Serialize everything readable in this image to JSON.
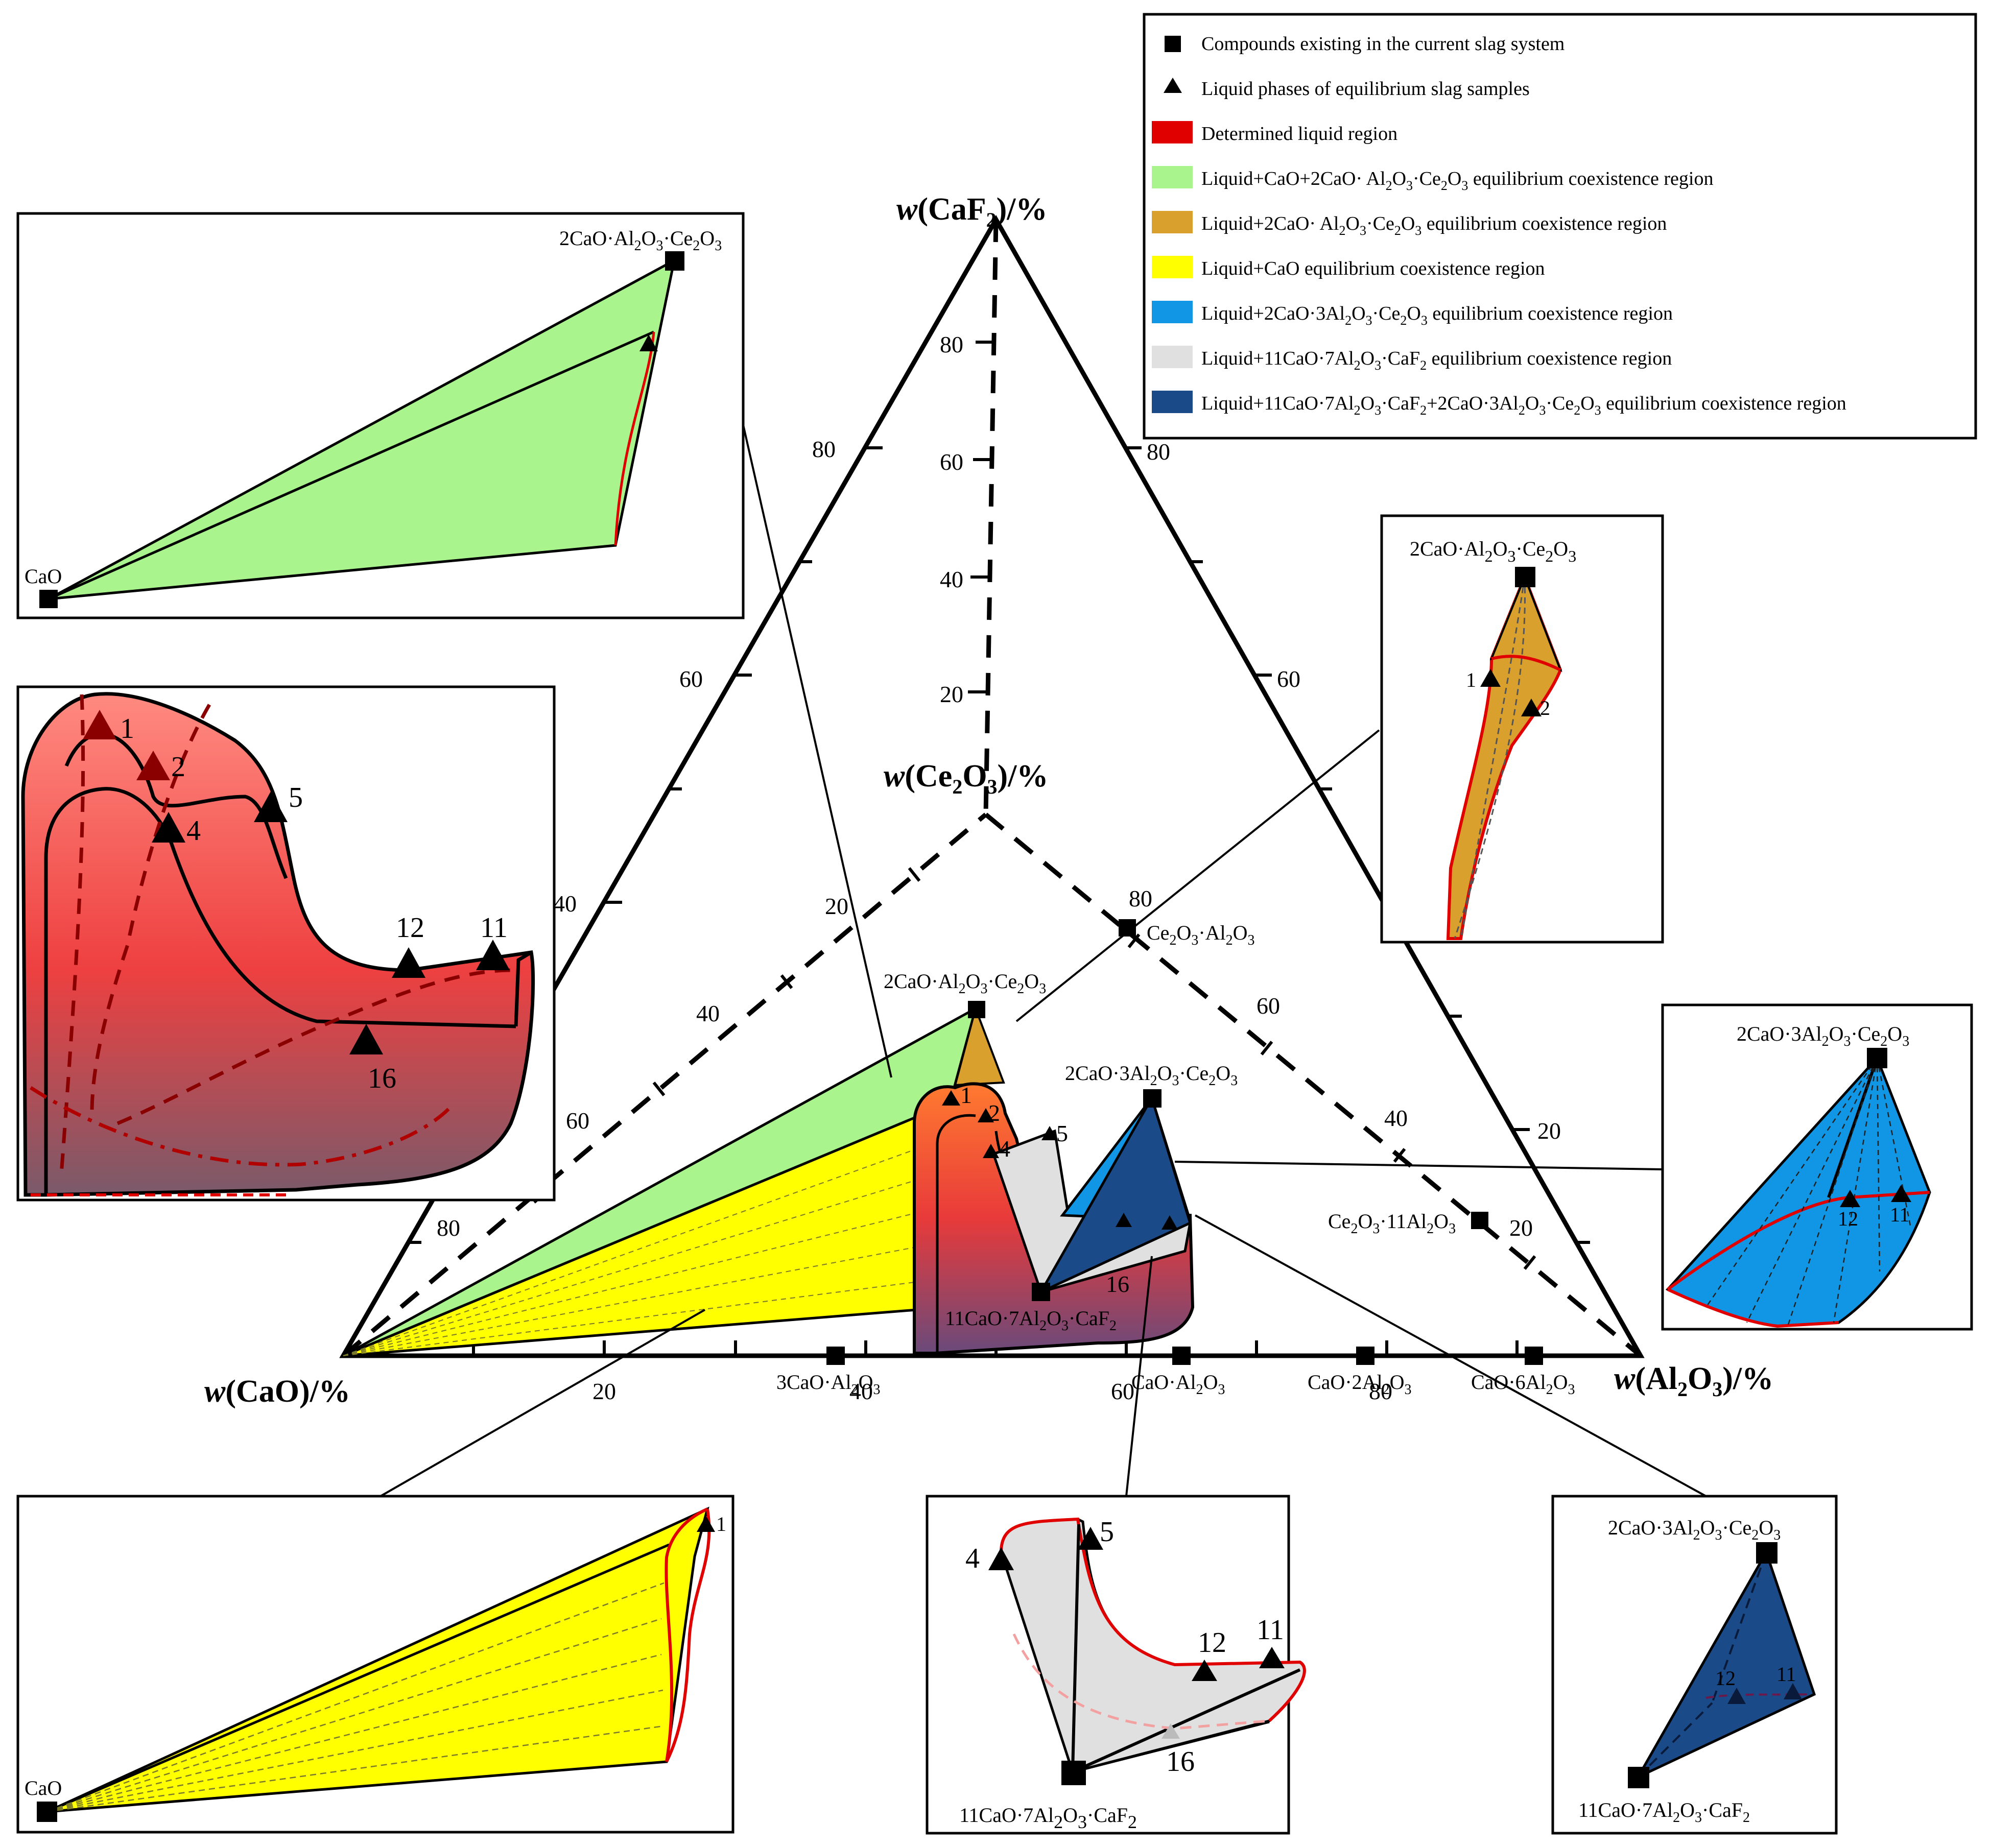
{
  "legend": {
    "items": [
      {
        "label": "Compounds existing in the current slag system",
        "symbol": "square",
        "color": "#000000"
      },
      {
        "label": "Liquid phases of equilibrium slag samples",
        "symbol": "triangle",
        "color": "#000000"
      },
      {
        "label": "Determined liquid region",
        "symbol": "swatch",
        "color": "#e00000"
      },
      {
        "label": "Liquid+CaO+2CaO·Al2O3·Ce2O3 equilibrium coexistence region",
        "symbol": "swatch",
        "color": "#aaf48e"
      },
      {
        "label": "Liquid+2CaO·Al2O3·Ce2O3 equilibrium coexistence region",
        "symbol": "swatch",
        "color": "#d9a02e"
      },
      {
        "label": "Liquid+CaO equilibrium coexistence region",
        "symbol": "swatch",
        "color": "#ffff00"
      },
      {
        "label": "Liquid+2CaO·3Al2O3·Ce2O3 equilibrium coexistence region",
        "symbol": "swatch",
        "color": "#1196e6"
      },
      {
        "label": "Liquid+11CaO·7Al2O3·CaF2 equilibrium coexistence region",
        "symbol": "swatch",
        "color": "#e0e0e0"
      },
      {
        "label": "Liquid+11CaO·7Al2O3·CaF2+2CaO·3Al2O3·Ce2O3 equilibrium coexistence region",
        "symbol": "swatch",
        "color": "#1a4a87"
      }
    ]
  },
  "axes": {
    "caf2": "w(CaF2)/%",
    "ce2o3": "w(Ce2O3)/%",
    "cao": "w(CaO)/%",
    "al2o3": "w(Al2O3)/%",
    "left_ticks": [
      "40",
      "60",
      "80"
    ],
    "right_ticks": [
      "20",
      "60",
      "80"
    ],
    "bottom_ticks": [
      "20",
      "40",
      "60",
      "80"
    ],
    "inner_left_ticks": [
      "20",
      "40",
      "60",
      "80"
    ],
    "inner_right_ticks": [
      "80",
      "60",
      "40",
      "20"
    ],
    "vertical_ticks": [
      "80",
      "60",
      "40",
      "20"
    ]
  },
  "compounds": {
    "c2ac": "2CaO·Al2O3·Ce2O3",
    "c2a3c": "2CaO·3Al2O3·Ce2O3",
    "c11a7": "11CaO·7Al2O3·CaF2",
    "ceal": "Ce2O3·Al2O3",
    "ce11al": "Ce2O3·11Al2O3",
    "c3a": "3CaO·Al2O3",
    "ca": "CaO·Al2O3",
    "ca2": "CaO·2Al2O3",
    "ca6": "CaO·6Al2O3",
    "cao": "CaO"
  },
  "samples": [
    "1",
    "2",
    "4",
    "5",
    "11",
    "12",
    "16"
  ],
  "chart_data": {
    "type": "ternary",
    "vertices": [
      "CaO",
      "Al2O3",
      "CaF2"
    ],
    "inner_vertex": "Ce2O3",
    "compounds_on_base_wt_pct_al2o3": [
      {
        "name": "3CaO·Al2O3",
        "value": 38
      },
      {
        "name": "CaO·Al2O3",
        "value": 65
      },
      {
        "name": "CaO·2Al2O3",
        "value": 79
      },
      {
        "name": "CaO·6Al2O3",
        "value": 92
      }
    ]
  }
}
